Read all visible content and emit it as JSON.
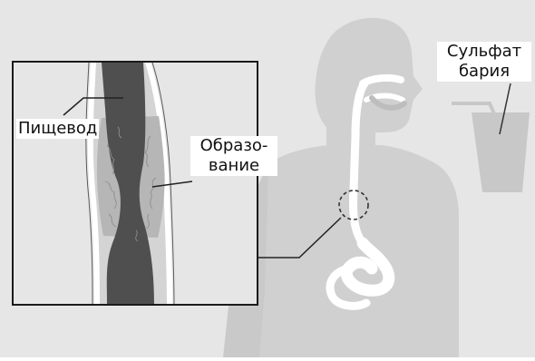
{
  "labels": {
    "esophagus": "Пищевод",
    "growth_line1": "Образо-",
    "growth_line2": "вание",
    "barium_line1": "Сульфат",
    "barium_line2": "бария"
  },
  "colors": {
    "background": "#e6e6e6",
    "silhouette": "#d0d0d0",
    "esophagus_dark": "#4f4f4f",
    "growth_light": "#b6b6b6",
    "wall_white": "#ffffff",
    "frame": "#1a1a1a",
    "cup": "#c8c8c8",
    "callout_line": "#222222"
  }
}
